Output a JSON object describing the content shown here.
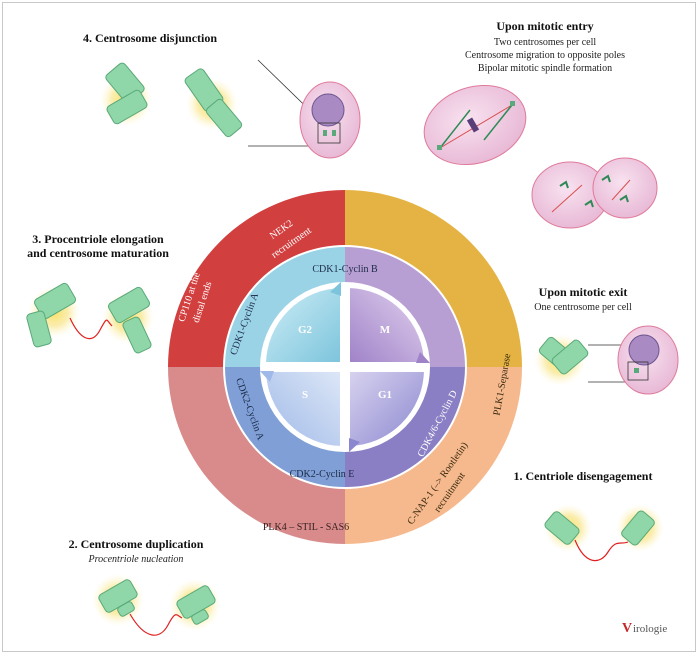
{
  "stages": {
    "disjunction": "4. Centrosome disjunction",
    "elongation_line1": "3. Procentriole elongation",
    "elongation_line2": "and centrosome maturation",
    "duplication": "2. Centrosome duplication",
    "duplication_sub": "Procentriole nucleation",
    "disengagement": "1. Centriole disengagement"
  },
  "mitotic_entry": {
    "title": "Upon mitotic entry",
    "lines": [
      "Two centrosomes per cell",
      "Centrosome migration to opposite poles",
      "Bipolar mitotic spindle formation"
    ]
  },
  "mitotic_exit": {
    "title": "Upon mitotic exit",
    "line": "One centrosome per cell"
  },
  "outer_ring": {
    "nek2_line1": "NEK2",
    "nek2_line2": "recruitment",
    "cp110_line1": "CP110 at the",
    "cp110_line2": "distal ends",
    "plk1": "PLK1-Separase",
    "cnap_line1": "C-NAP-1 (–> Rootletin)",
    "cnap_line2": "recruitment",
    "plk4": "PLK4 – STIL - SAS6"
  },
  "inner_ring": {
    "cdk1_b": "CDK1-Cyclin B",
    "cdk1_a": "CDK1-Cyclin A",
    "cdk2_a": "CDK2-Cyclin A",
    "cdk2_e": "CDK2-Cyclin E",
    "cdk46_d": "CDK4/6-Cyclin D"
  },
  "phases": {
    "g2": "G2",
    "m": "M",
    "s": "S",
    "g1": "G1"
  },
  "logo": {
    "mark": "V",
    "text": "irologie"
  },
  "colors": {
    "red": "#d23f3f",
    "gold": "#e4b343",
    "peach": "#f5b98d",
    "rose": "#d98b8b",
    "cyan": "#9bd3e6",
    "lilac": "#b89fd3",
    "blue": "#7f9fd6",
    "violet": "#8a7fc4",
    "centriole": "#8fd6a8",
    "glow": "#f6d54a",
    "cell": "#f1cfe6",
    "nucleus": "#a98ac2"
  }
}
